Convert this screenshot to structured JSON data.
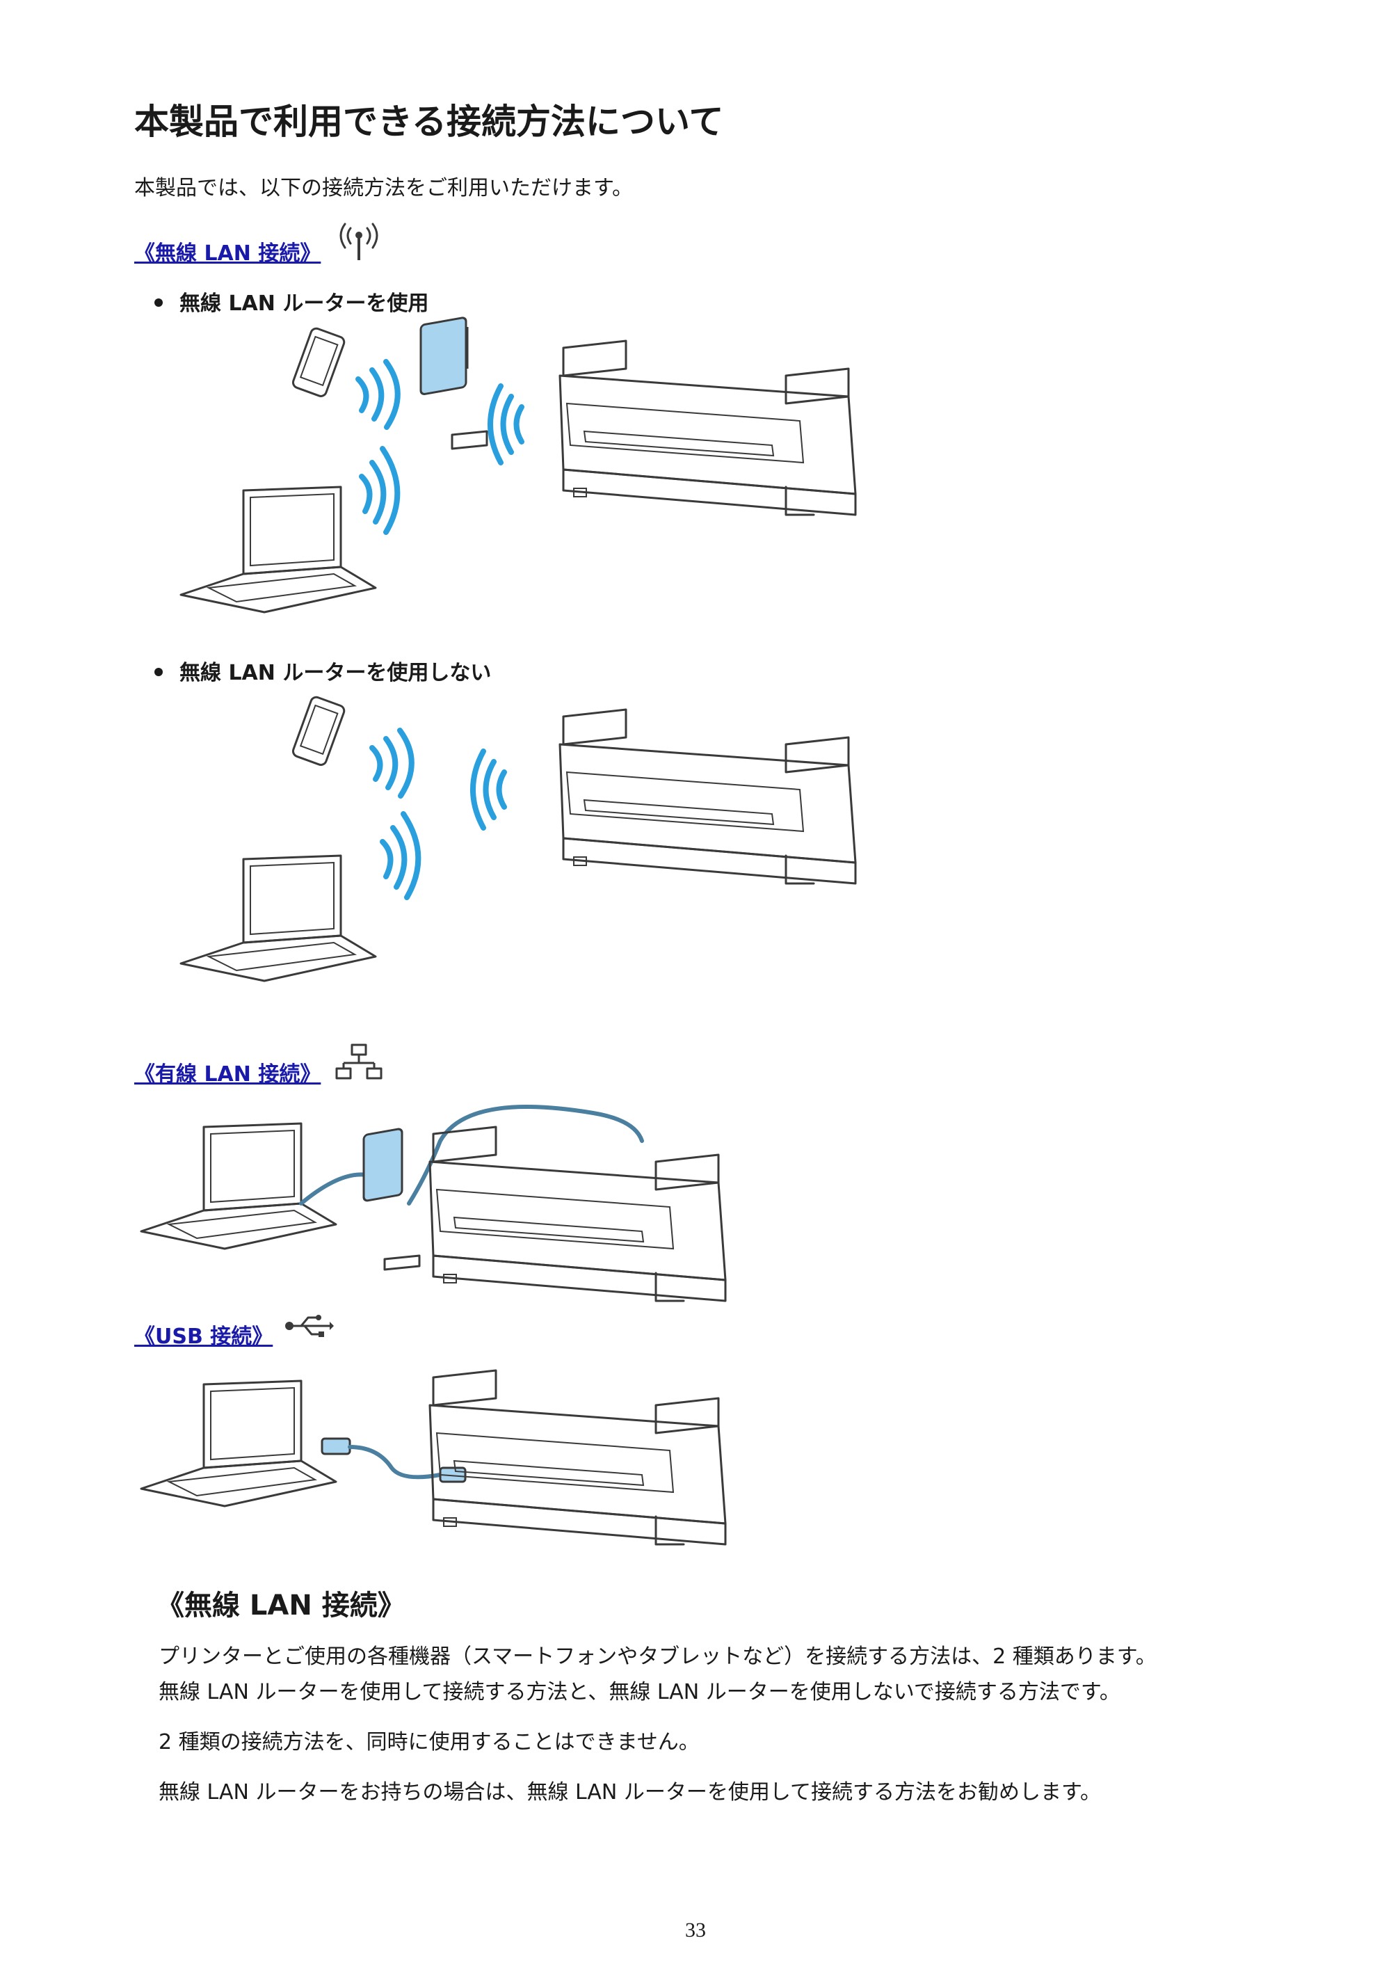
{
  "title": "本製品で利用できる接続方法について",
  "intro": "本製品では、以下の接続方法をご利用いただけます。",
  "sections": {
    "wireless_link": "《無線 LAN 接続》",
    "wireless_router": "無線 LAN ルーターを使用",
    "wireless_direct": "無線 LAN ルーターを使用しない",
    "wired_link": "《有線 LAN 接続》",
    "usb_link": "《USB 接続》"
  },
  "wireless": {
    "heading": "《無線 LAN 接続》",
    "para1_line1": "プリンターとご使用の各種機器（スマートフォンやタブレットなど）を接続する方法は、2 種類あります。",
    "para1_line2": "無線 LAN ルーターを使用して接続する方法と、無線 LAN ルーターを使用しないで接続する方法です。",
    "para2": "2 種類の接続方法を、同時に使用することはできません。",
    "para3": "無線 LAN ルーターをお持ちの場合は、無線 LAN ルーターを使用して接続する方法をお勧めします。"
  },
  "page_number": "33",
  "colors": {
    "link": "#1a1aaa",
    "wave": "#2a9fde",
    "router": "#a9d4ef"
  },
  "icons": [
    "wireless-antenna-icon",
    "wired-network-icon",
    "usb-icon"
  ]
}
